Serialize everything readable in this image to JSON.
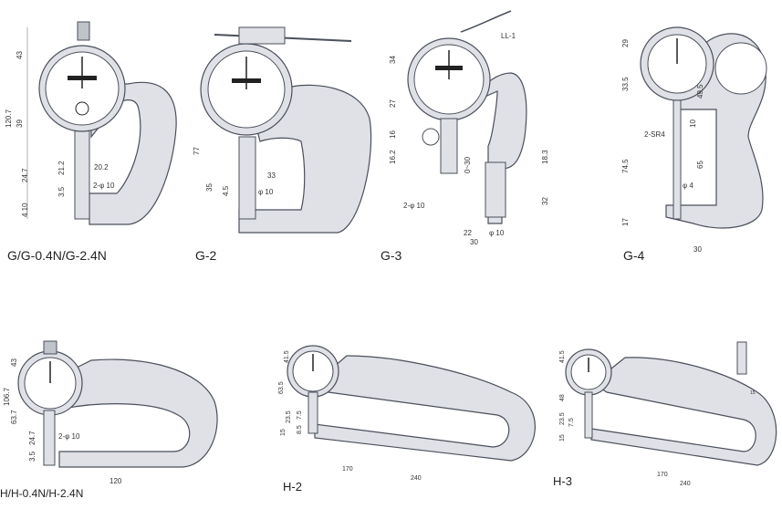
{
  "colors": {
    "body_fill": "#dfe1e6",
    "body_stroke": "#4a4f5a",
    "dial_fill": "#ffffff",
    "dim_line": "#7a7f88",
    "text": "#222222"
  },
  "models": [
    {
      "id": "g",
      "label": "G/G-0.4N/G-2.4N",
      "dims": [
        "43",
        "39",
        "120.7",
        "24.7",
        "21.2",
        "20.2",
        "2-φ 10",
        "3.5",
        "4.10"
      ]
    },
    {
      "id": "g2",
      "label": "G-2",
      "dims": [
        "77",
        "35",
        "33",
        "4.5",
        "φ 10"
      ]
    },
    {
      "id": "g3",
      "label": "G-3",
      "dims": [
        "LL-1",
        "34",
        "27",
        "16",
        "16.2",
        "0~30",
        "18.3",
        "32",
        "2-φ 10",
        "22",
        "φ 10",
        "30"
      ]
    },
    {
      "id": "g4",
      "label": "G-4",
      "dims": [
        "29",
        "33.5",
        "49.5",
        "10",
        "2-SR4",
        "74.5",
        "65",
        "φ 4",
        "17",
        "30"
      ]
    },
    {
      "id": "h",
      "label": "H/H-0.4N/H-2.4N",
      "dims": [
        "43",
        "106.7",
        "63.7",
        "24.7",
        "2-φ 10",
        "3.5",
        "120"
      ]
    },
    {
      "id": "h2",
      "label": "H-2",
      "dims": [
        "41.5",
        "63.5",
        "23.5",
        "15",
        "7.5",
        "8.5",
        "170",
        "240"
      ]
    },
    {
      "id": "h3",
      "label": "H-3",
      "dims": [
        "41.5",
        "48",
        "23.5",
        "7.5",
        "15",
        "15",
        "170",
        "240"
      ]
    }
  ]
}
